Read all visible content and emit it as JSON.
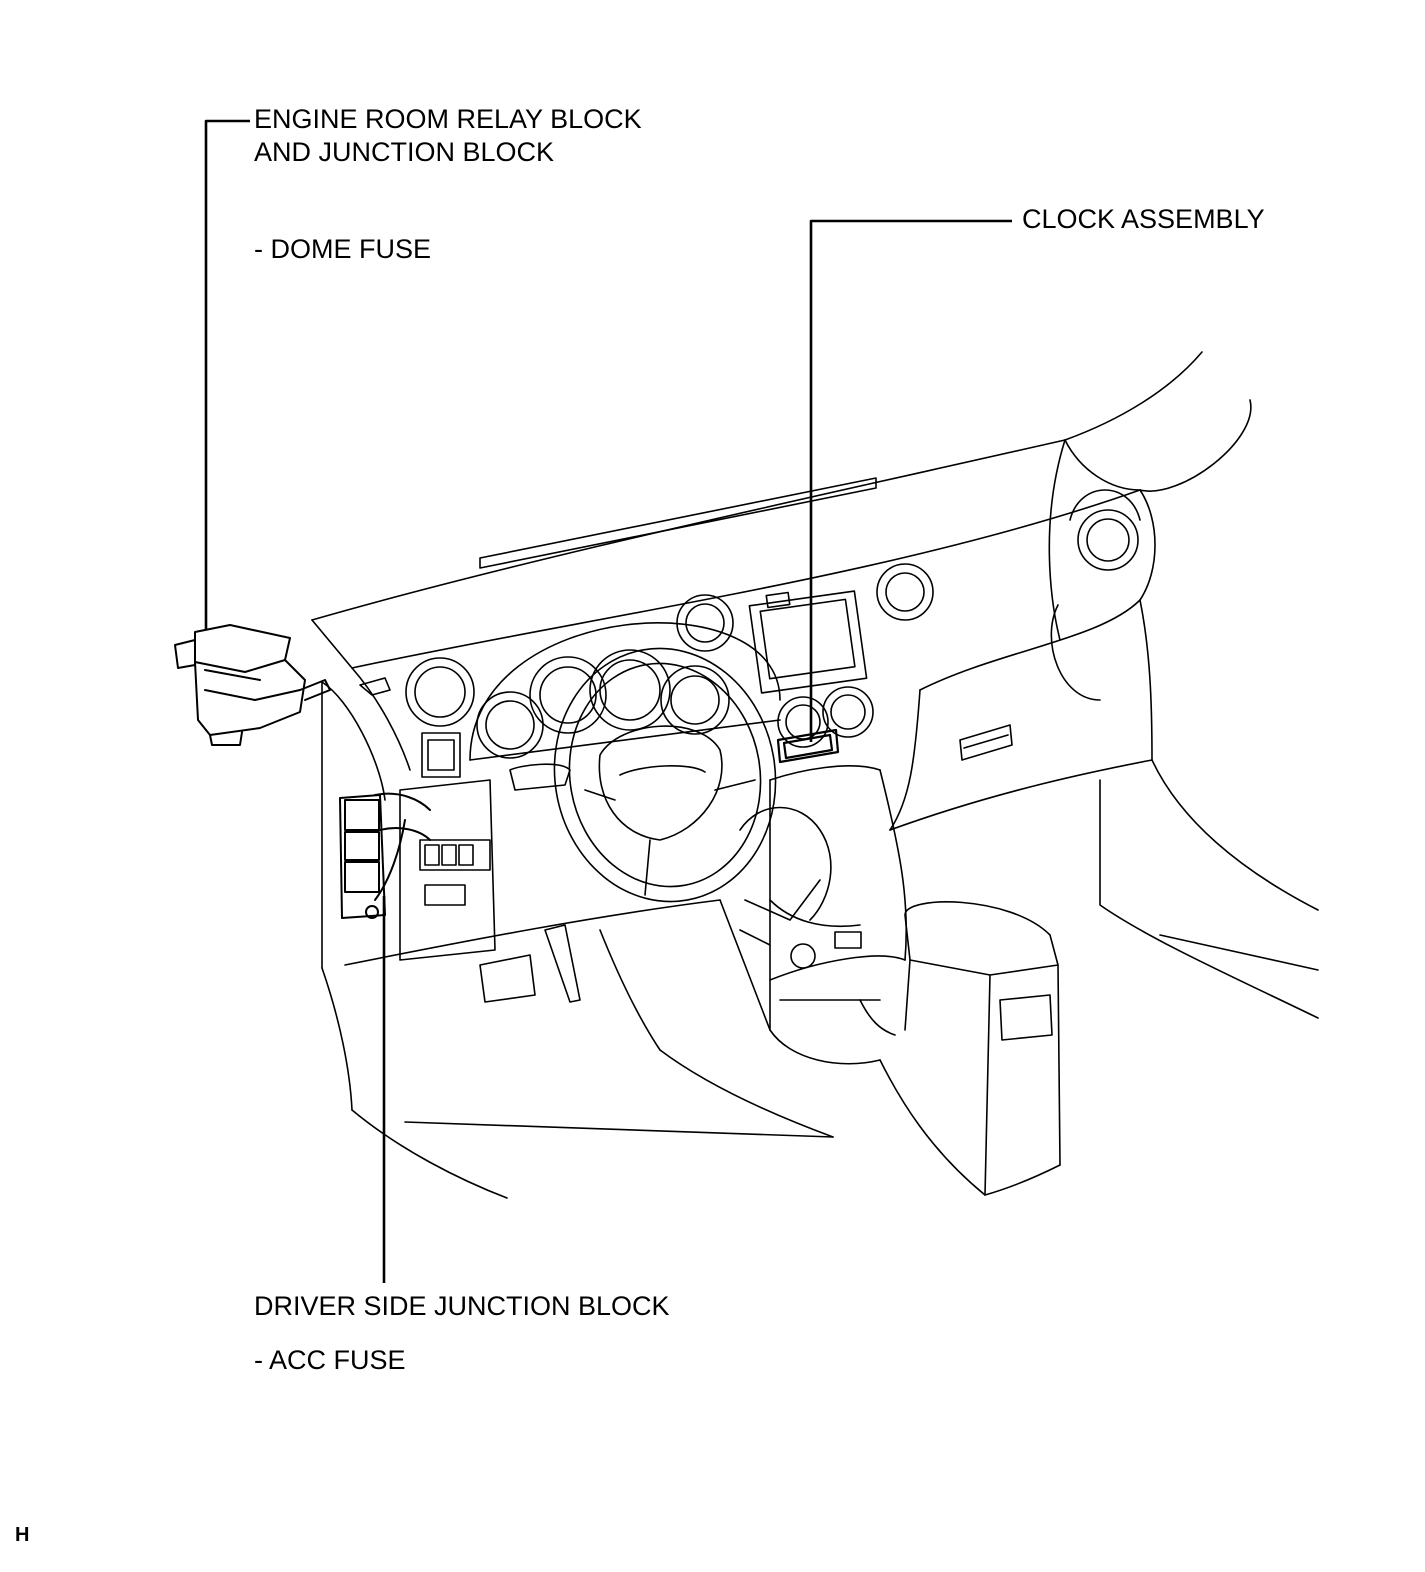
{
  "callouts": {
    "engine_room": {
      "line1": "ENGINE ROOM RELAY BLOCK",
      "line2": "AND JUNCTION BLOCK",
      "fuse": "- DOME FUSE"
    },
    "clock": {
      "label": "CLOCK ASSEMBLY"
    },
    "driver_side": {
      "label": "DRIVER SIDE JUNCTION BLOCK",
      "fuse": "- ACC FUSE"
    }
  },
  "footer": {
    "code": "H"
  }
}
